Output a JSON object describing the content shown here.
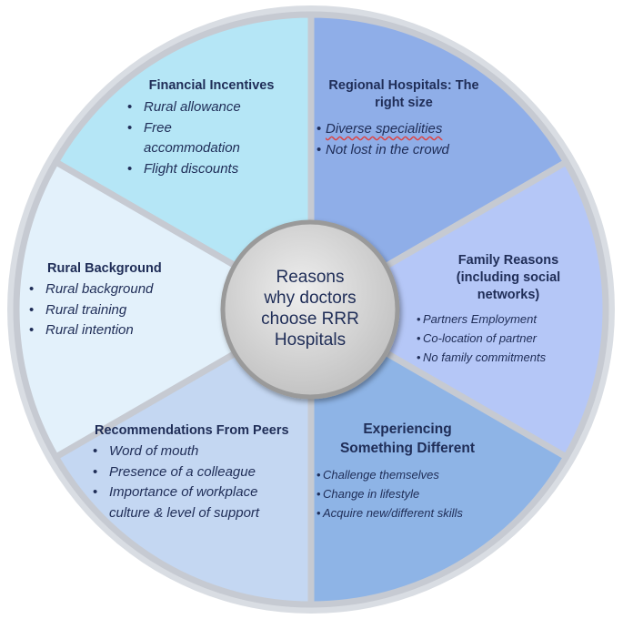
{
  "center": {
    "lines": [
      "Reasons",
      "why doctors",
      "choose RRR",
      "Hospitals"
    ]
  },
  "segments": {
    "financial": {
      "title": "Financial Incentives",
      "items": [
        "Rural allowance",
        "Free accommodation",
        "Flight discounts"
      ],
      "color": "#b5e6f6"
    },
    "regional": {
      "title_line1": "Regional Hospitals: The",
      "title_line2": "right size",
      "items": [
        "Diverse specialities",
        "Not lost in the crowd"
      ],
      "color": "#8faee8"
    },
    "family": {
      "title_line1": "Family Reasons",
      "title_line2": "(including social",
      "title_line3": "networks)",
      "items": [
        "Partners Employment",
        "Co-location of partner",
        "No family commitments"
      ],
      "color": "#b5c7f7"
    },
    "experiencing": {
      "title_line1": "Experiencing",
      "title_line2": "Something Different",
      "items": [
        "Challenge themselves",
        "Change in lifestyle",
        "Acquire new/different skills"
      ],
      "color": "#8eb4e6"
    },
    "recommendations": {
      "title": "Recommendations From Peers",
      "items": [
        "Word of mouth",
        "Presence of a colleague",
        "Importance of workplace culture & level of support"
      ],
      "color": "#c4d7f2"
    },
    "rural": {
      "title": "Rural Background",
      "items": [
        "Rural background",
        "Rural training",
        "Rural intention"
      ],
      "color": "#e3f1fb"
    }
  },
  "colors": {
    "text": "#1f2d57",
    "outline": "#c6cad2",
    "hub": "#d3d3d3"
  }
}
